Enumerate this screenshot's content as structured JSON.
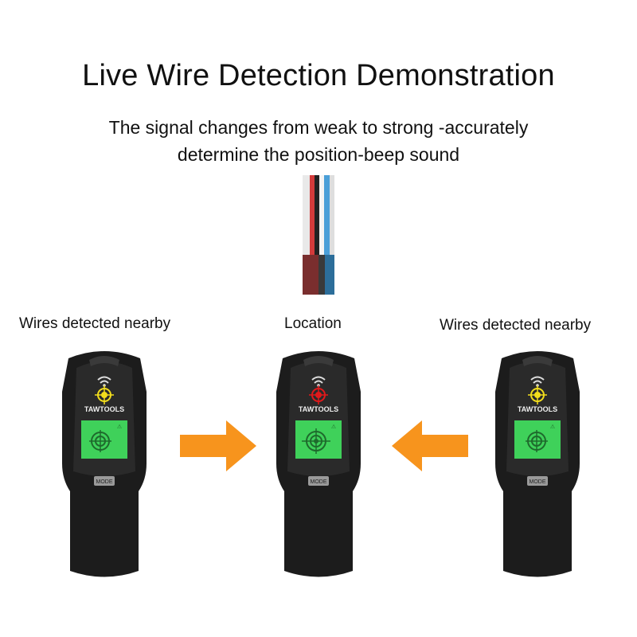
{
  "title": "Live Wire Detection Demonstration",
  "subtitle": {
    "line1": "The signal changes from weak to strong -accurately",
    "line2": "determine the position-beep sound"
  },
  "labels": {
    "left": "Wires detected nearby",
    "center": "Location",
    "right": "Wires detected nearby"
  },
  "devices": [
    {
      "brand": "TAWTOOLS",
      "indicator": "yellow",
      "button": "MODE"
    },
    {
      "brand": "TAWTOOLS",
      "indicator": "red",
      "button": "MODE"
    },
    {
      "brand": "TAWTOOLS",
      "indicator": "yellow",
      "button": "MODE"
    }
  ],
  "colors": {
    "arrow": "#f7941d",
    "screen": "#3fd15a",
    "indicator_weak": "#f2dd1c",
    "indicator_strong": "#e0191b",
    "body": "#1c1c1c"
  },
  "icons": [
    "wifi-icon",
    "target-icon",
    "arrow-right-icon",
    "arrow-left-icon"
  ]
}
